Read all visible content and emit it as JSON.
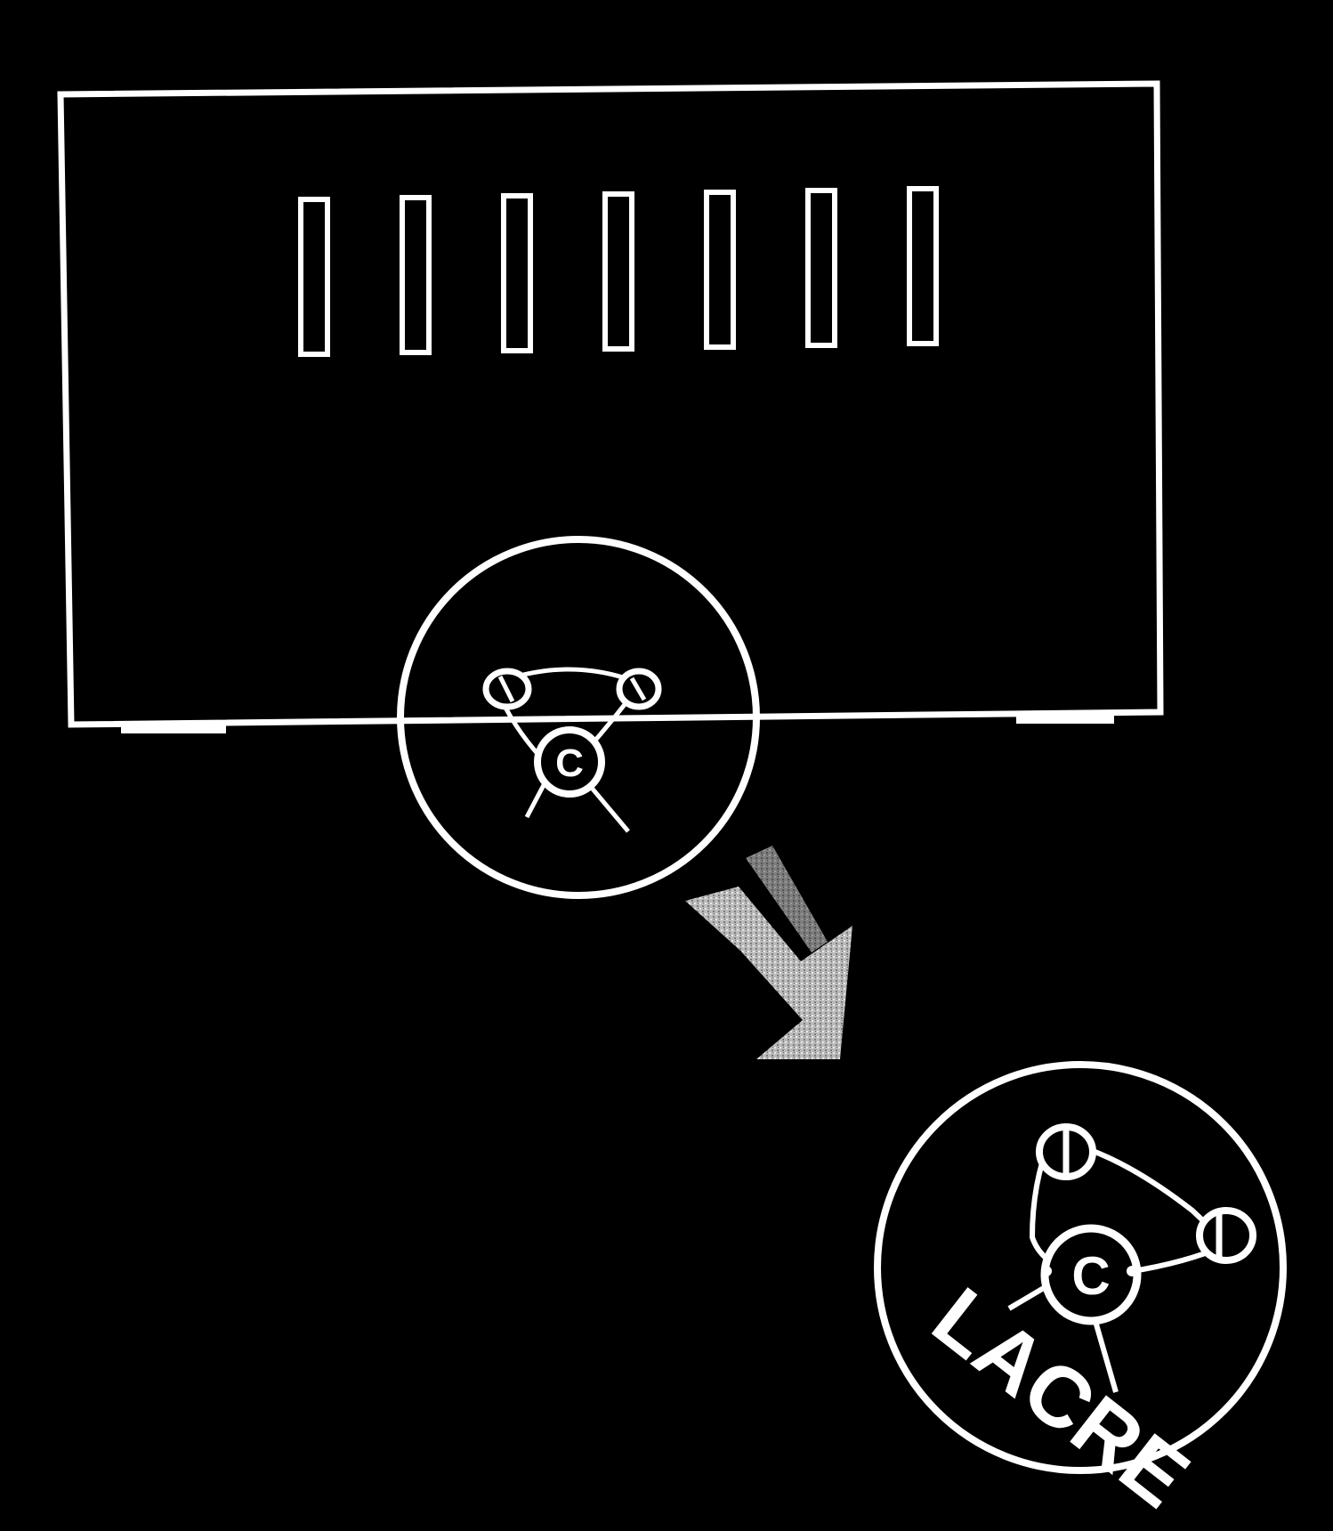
{
  "diagram": {
    "background_color": "#000000",
    "line_color": "#ffffff",
    "vent_slot_count": 7,
    "seal_letter": "C",
    "zoom_label": "LACRE"
  }
}
